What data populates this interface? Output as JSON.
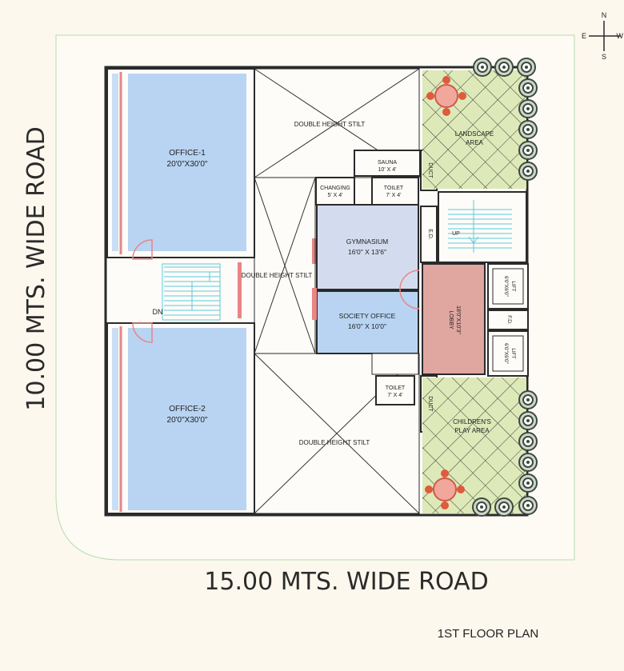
{
  "compass": {
    "n": "N",
    "e": "E",
    "s": "S",
    "w": "W"
  },
  "roads": {
    "left": "10.00  MTS.  WIDE  ROAD",
    "bottom": "15.00  MTS.  WIDE  ROAD"
  },
  "plan_title": "1ST FLOOR PLAN",
  "rooms": {
    "office1": {
      "name": "OFFICE-1",
      "size": "20'0\"X30'0\""
    },
    "office2": {
      "name": "OFFICE-2",
      "size": "20'0\"X30'0\""
    },
    "stilt_top": "DOUBLE HEIGHT STILT",
    "stilt_mid": "DOUBLE HEIGHT STILT",
    "stilt_bottom": "DOUBLE HEIGHT STILT",
    "sauna": {
      "name": "SAUNA",
      "size": "10' X 4'"
    },
    "changing": {
      "name": "CHANGING",
      "size": "5' X 4'"
    },
    "toilet_top": {
      "name": "TOILET",
      "size": "7' X 4'"
    },
    "toilet_bottom": {
      "name": "TOILET",
      "size": "7' X 4'"
    },
    "gym": {
      "name": "GYMNASIUM",
      "size": "16'0\" X 13'6\""
    },
    "society": {
      "name": "SOCIETY OFFICE",
      "size": "16'0\" X 10'0\""
    },
    "landscape": {
      "name": "LANDSCAPE",
      "sub": "AREA"
    },
    "children": {
      "name": "CHILDREN'S",
      "sub": "PLAY AREA"
    },
    "lobby": {
      "name": "LOBBY",
      "size": "18'0\"X10'3\""
    },
    "lift1": {
      "name": "LIFT",
      "size": "6'0\"X6'0\""
    },
    "lift2": {
      "name": "LIFT",
      "size": "6'0\"X6'0\""
    },
    "duct_top": "DUCT",
    "duct_bottom": "DUCT",
    "ed": "E.D.",
    "fd": "F.D.",
    "up": "UP",
    "dn": "DN"
  },
  "colors": {
    "office": "#b8d4f2",
    "gym": "#d3dcef",
    "lobby": "#e0a6a0",
    "garden": "#dde9b8",
    "wall": "#2a2a2a",
    "door": "#e98585",
    "tree": "#3c4a3c"
  }
}
